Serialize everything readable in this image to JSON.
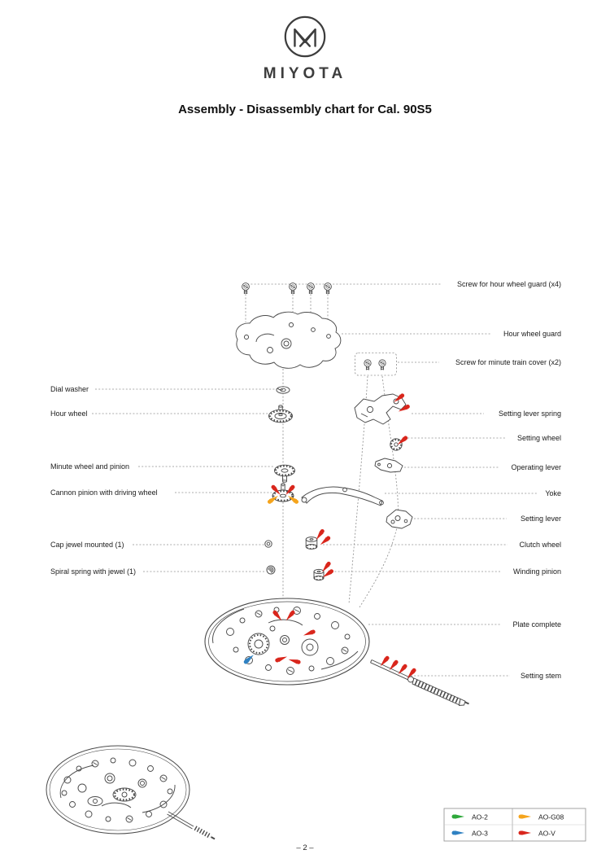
{
  "header": {
    "brand": "MIYOTA",
    "title": "Assembly - Disassembly chart for Cal. 90S5"
  },
  "diagram": {
    "labels_left": [
      {
        "text": "Dial washer"
      },
      {
        "text": "Hour wheel"
      },
      {
        "text": "Minute wheel and pinion"
      },
      {
        "text": "Cannon pinion with driving wheel"
      },
      {
        "text": "Cap jewel mounted (1)"
      },
      {
        "text": "Spiral spring with jewel (1)"
      }
    ],
    "labels_right": [
      {
        "text": "Screw for hour wheel guard (x4)"
      },
      {
        "text": "Hour wheel guard"
      },
      {
        "text": "Screw for minute train cover (x2)"
      },
      {
        "text": "Setting lever spring"
      },
      {
        "text": "Setting wheel"
      },
      {
        "text": "Operating lever"
      },
      {
        "text": "Yoke"
      },
      {
        "text": "Setting lever"
      },
      {
        "text": "Clutch wheel"
      },
      {
        "text": "Winding pinion"
      },
      {
        "text": "Plate complete"
      },
      {
        "text": "Setting stem"
      }
    ]
  },
  "legend": {
    "marker_icon": "oil-arrow-icon",
    "items": [
      {
        "label": "AO-2",
        "color": "#2ea83a"
      },
      {
        "label": "AO-G08",
        "color": "#f5a41c"
      },
      {
        "label": "AO-3",
        "color": "#2f81c2"
      },
      {
        "label": "AO-V",
        "color": "#d9261c"
      }
    ]
  },
  "footer": {
    "page_number": "– 2 –"
  }
}
